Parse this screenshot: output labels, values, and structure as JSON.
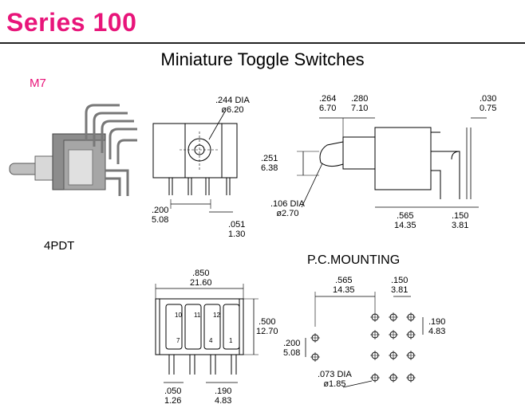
{
  "header": {
    "series": "Series  100",
    "subtitle": "Miniature Toggle Switches"
  },
  "product": {
    "model": "M7",
    "configuration": "4PDT"
  },
  "pc_mounting": {
    "title": "P.C.MOUNTING"
  },
  "dimensions": {
    "bushing_dia": [
      ".244  DIA",
      "ø6.20"
    ],
    "pin_spacing": [
      ".200",
      "5.08"
    ],
    "pin_offset": [
      ".051",
      "1.30"
    ],
    "bushing_height": [
      ".251",
      "6.38"
    ],
    "toggle_dia": [
      ".106  DIA",
      "ø2.70"
    ],
    "bushing_len": [
      ".264",
      "6.70"
    ],
    "body_depth": [
      ".280",
      "7.10"
    ],
    "terminal_thk": [
      ".030",
      "0.75"
    ],
    "body_len": [
      ".565",
      "14.35"
    ],
    "bend_len": [
      ".150",
      "3.81"
    ],
    "width": [
      ".850",
      "21.60"
    ],
    "height": [
      ".500",
      "12.70"
    ],
    "term_w": [
      ".050",
      "1.26"
    ],
    "pitch": [
      ".190",
      "4.83"
    ],
    "pcb_len": [
      ".565",
      "14.35"
    ],
    "pcb_gap": [
      ".150",
      "3.81"
    ],
    "pcb_pitch": [
      ".190",
      "4.83"
    ],
    "pcb_mount": [
      ".200",
      "5.08"
    ],
    "hole_dia": [
      ".073  DIA",
      "ø1.85"
    ]
  },
  "terminal_numbers": [
    "10",
    "11",
    "12",
    "7",
    "4",
    "1"
  ],
  "colors": {
    "brand": "#e8157a",
    "line": "#000000"
  }
}
